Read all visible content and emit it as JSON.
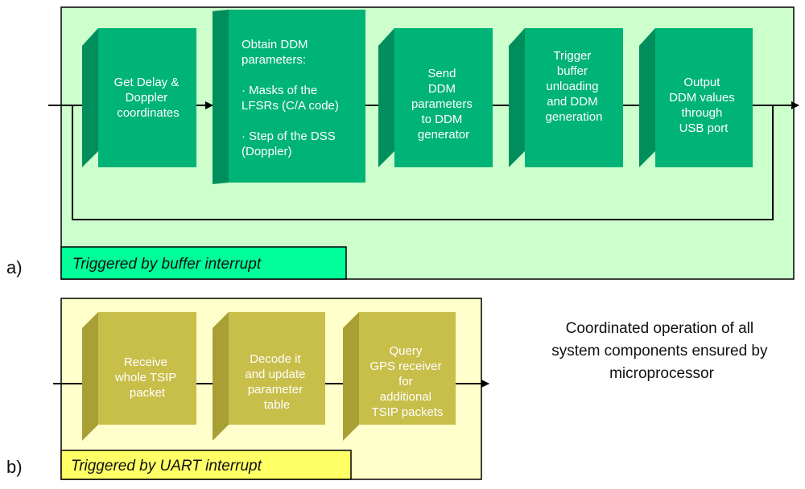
{
  "colors": {
    "panel_a_bg": "#ccffcc",
    "panel_b_bg": "#ffffcc",
    "trigger_a_bg": "#00ff99",
    "trigger_b_bg": "#ffff66",
    "green_front": "#00b377",
    "green_top": "#33cc88",
    "green_side": "#008f5c",
    "olive_front": "#c8be4a",
    "olive_top": "#d8cf66",
    "olive_side": "#a89f35"
  },
  "panel_a": {
    "label": "a)",
    "trigger": "Triggered by buffer interrupt",
    "blocks": [
      {
        "lines": [
          "Get Delay &",
          "Doppler",
          "coordinates"
        ]
      },
      {
        "lines": [
          "Obtain DDM",
          "parameters:",
          "",
          "· Masks of the",
          "  LFSRs (C/A code)",
          "",
          "· Step of the DSS",
          "  (Doppler)"
        ]
      },
      {
        "lines": [
          "Send",
          "DDM",
          "parameters",
          "to DDM",
          "generator"
        ]
      },
      {
        "lines": [
          "Trigger",
          "buffer",
          "unloading",
          "and DDM",
          "generation"
        ]
      },
      {
        "lines": [
          "Output",
          "DDM values",
          "through",
          "USB port"
        ]
      }
    ]
  },
  "panel_b": {
    "label": "b)",
    "trigger": "Triggered by UART interrupt",
    "blocks": [
      {
        "lines": [
          "Receive",
          "whole TSIP",
          "packet"
        ]
      },
      {
        "lines": [
          "Decode it",
          "and update",
          "parameter",
          "table"
        ]
      },
      {
        "lines": [
          "Query",
          "GPS receiver",
          "for",
          "additional",
          "TSIP packets"
        ]
      }
    ]
  },
  "note": [
    "Coordinated operation of all",
    "system components ensured by",
    "microprocessor"
  ]
}
